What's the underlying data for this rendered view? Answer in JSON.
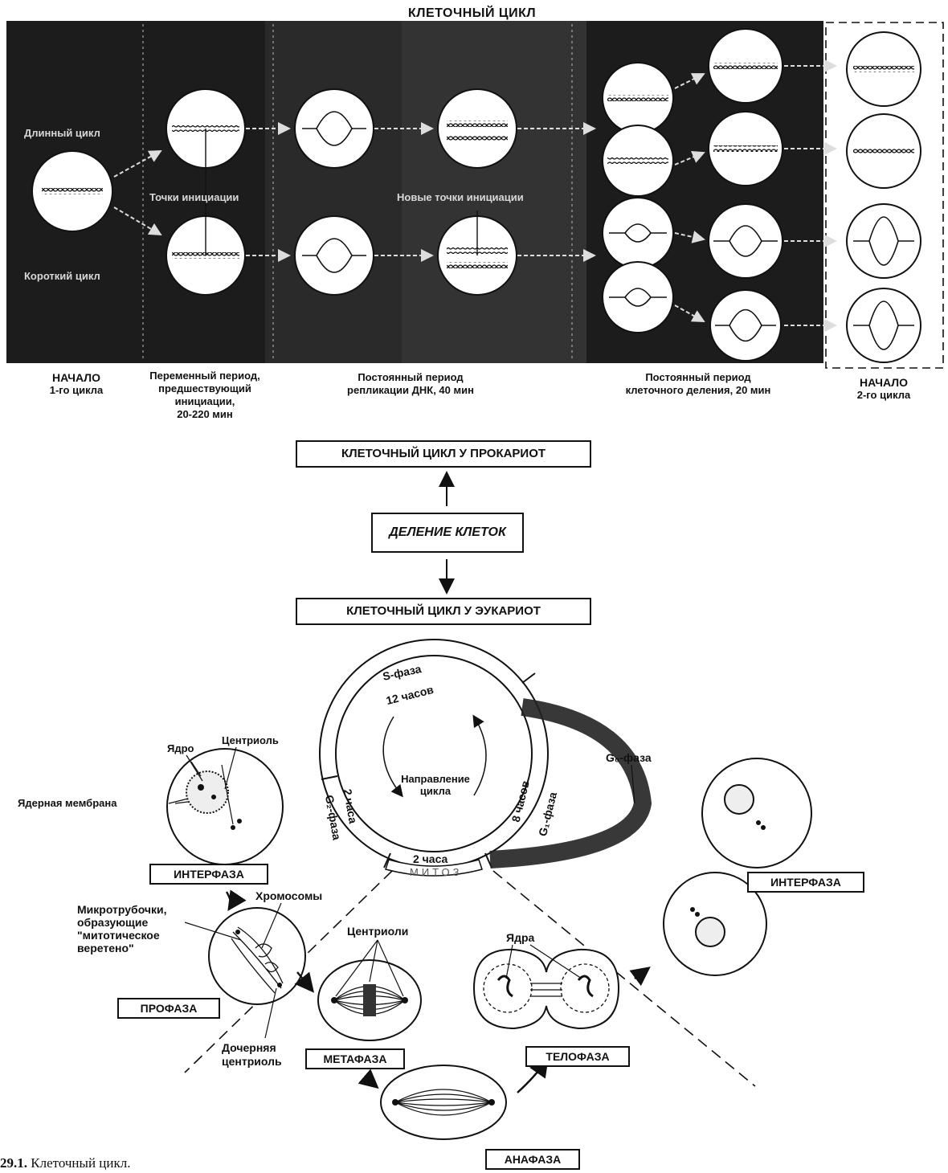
{
  "prokaryote_panel": {
    "title": "КЛЕТОЧНЫЙ ЦИКЛ",
    "dark_labels": {
      "long_cycle": "Длинный цикл",
      "short_cycle": "Короткий цикл",
      "init_points": "Точки инициации",
      "new_init_points": "Новые точки инициации"
    },
    "captions": {
      "start1_line1": "НАЧАЛО",
      "start1_line2": "1-го цикла",
      "variable_line1": "Переменный период,",
      "variable_line2": "предшествующий",
      "variable_line3": "инициации,",
      "variable_line4": "20-220 мин",
      "replication_line1": "Постоянный период",
      "replication_line2": "репликации ДНК, 40 мин",
      "division_line1": "Постоянный период",
      "division_line2": "клеточного деления, 20 мин",
      "start2_line1": "НАЧАЛО",
      "start2_line2": "2-го цикла"
    }
  },
  "flow": {
    "prokaryote_box": "КЛЕТОЧНЫЙ ЦИКЛ У ПРОКАРИОТ",
    "division_box": "ДЕЛЕНИЕ КЛЕТОК",
    "eukaryote_box": "КЛЕТОЧНЫЙ ЦИКЛ У ЭУКАРИОТ"
  },
  "eukaryote_cycle": {
    "s_phase": "S-фаза",
    "s_hours": "12 часов",
    "g2_phase": "G₂-фаза",
    "g2_hours": "2 часа",
    "g1_phase": "G₁-фаза",
    "g1_hours": "8 часов",
    "mitosis_hours": "2 часа",
    "mitosis": "МИТОЗ",
    "direction_line1": "Направление",
    "direction_line2": "цикла",
    "g0_phase": "G₀-фаза"
  },
  "labels": {
    "nucleus": "Ядро",
    "centriole": "Центриоль",
    "nuclear_membrane": "Ядерная мембрана",
    "interphase_left": "ИНТЕРФАЗА",
    "interphase_right": "ИНТЕРФАЗА",
    "microtubules_line1": "Микротрубочки,",
    "microtubules_line2": "образующие",
    "microtubules_line3": "\"митотическое",
    "microtubules_line4": "веретено\"",
    "chromosomes": "Хромосомы",
    "centrioles": "Центриоли",
    "nuclei": "Ядра",
    "prophase": "ПРОФАЗА",
    "metaphase": "МЕТАФАЗА",
    "telophase": "ТЕЛОФАЗА",
    "anaphase": "АНАФАЗА",
    "daughter_line1": "Дочерняя",
    "daughter_line2": "центриоль"
  },
  "footer": {
    "number": "29.1.",
    "text": "Клеточный цикл."
  }
}
